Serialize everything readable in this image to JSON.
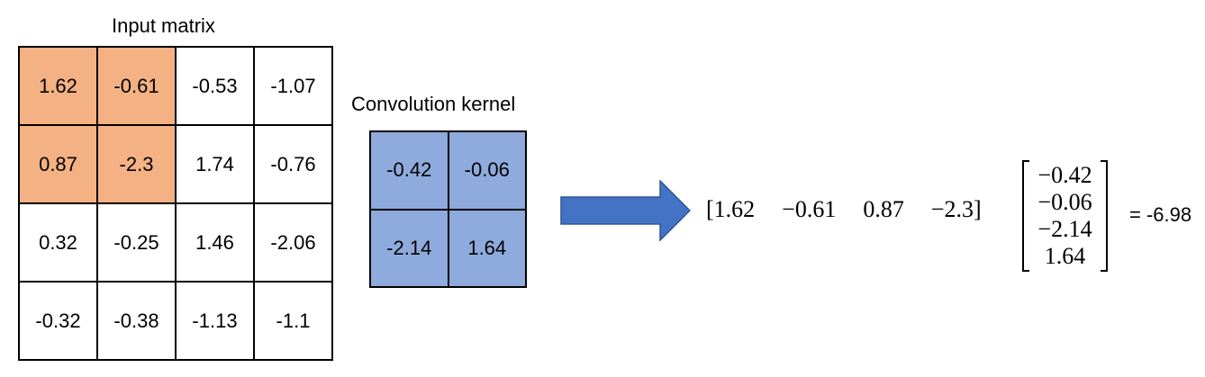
{
  "input_title": "Input matrix",
  "kernel_title": "Convolution kernel",
  "input_matrix": [
    [
      "1.62",
      "-0.61",
      "-0.53",
      "-1.07"
    ],
    [
      "0.87",
      "-2.3",
      "1.74",
      "-0.76"
    ],
    [
      "0.32",
      "-0.25",
      "1.46",
      "-2.06"
    ],
    [
      "-0.32",
      "-0.38",
      "-1.13",
      "-1.1"
    ]
  ],
  "highlighted_cells": [
    [
      0,
      0
    ],
    [
      0,
      1
    ],
    [
      1,
      0
    ],
    [
      1,
      1
    ]
  ],
  "kernel": [
    [
      "-0.42",
      "-0.06"
    ],
    [
      "-2.14",
      "1.64"
    ]
  ],
  "equation": {
    "row_vector": [
      "1.62",
      "−0.61",
      "0.87",
      "−2.3"
    ],
    "column_vector": [
      "−0.42",
      "−0.06",
      "−2.14",
      "1.64"
    ],
    "result": "= -6.98"
  },
  "colors": {
    "highlight": "#F4B183",
    "kernel": "#8FAADC",
    "arrow": "#4472C4",
    "arrow_border": "#2F5597"
  },
  "icons": {
    "arrow": "right-arrow-icon"
  }
}
